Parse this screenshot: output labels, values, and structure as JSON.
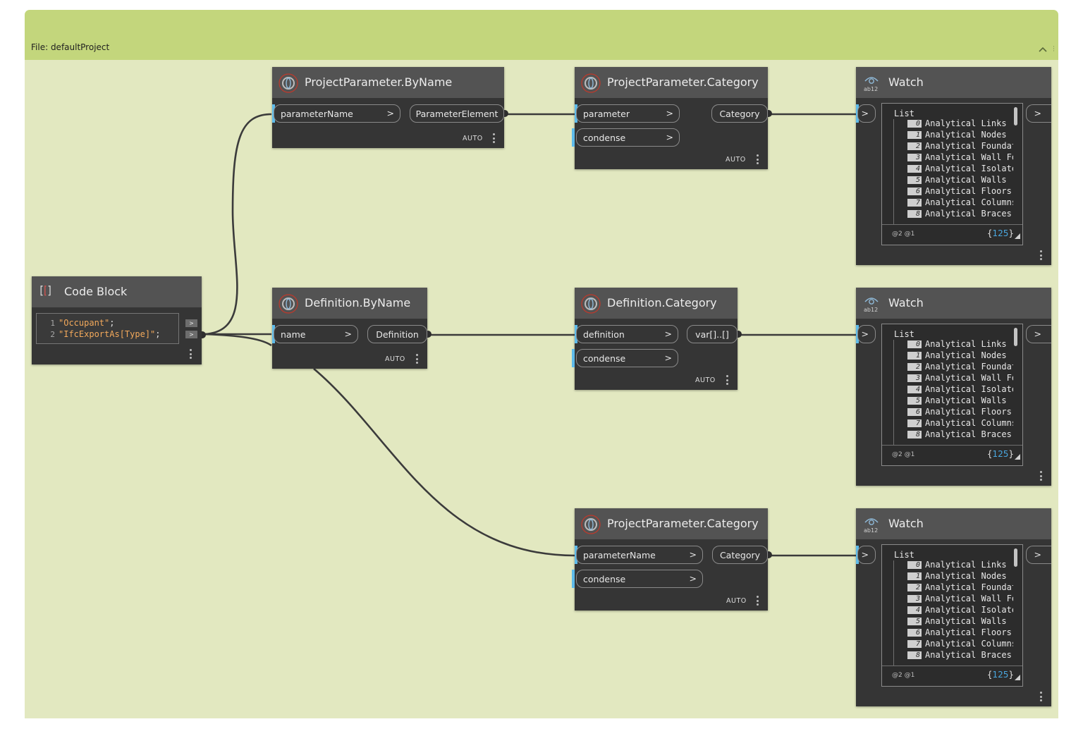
{
  "group": {
    "title": "File: defaultProject"
  },
  "code_block": {
    "title": "Code Block",
    "lines": [
      {
        "num": "1",
        "text": "\"Occupant\"",
        "semi": ";"
      },
      {
        "num": "2",
        "text": "\"IfcExportAs[Type]\"",
        "semi": ";"
      }
    ],
    "out_arrow": ">"
  },
  "nodes": {
    "pp_byname": {
      "title": "ProjectParameter.ByName",
      "inputs": [
        {
          "label": "parameterName",
          "arrow": ">"
        }
      ],
      "output": "ParameterElement",
      "lacing": "AUTO"
    },
    "pp_category_1": {
      "title": "ProjectParameter.Category",
      "inputs": [
        {
          "label": "parameter",
          "arrow": ">"
        },
        {
          "label": "condense",
          "arrow": ">"
        }
      ],
      "output": "Category",
      "lacing": "AUTO"
    },
    "def_byname": {
      "title": "Definition.ByName",
      "inputs": [
        {
          "label": "name",
          "arrow": ">"
        }
      ],
      "output": "Definition",
      "lacing": "AUTO"
    },
    "def_category": {
      "title": "Definition.Category",
      "inputs": [
        {
          "label": "definition",
          "arrow": ">"
        },
        {
          "label": "condense",
          "arrow": ">"
        }
      ],
      "output": "var[]..[]",
      "lacing": "AUTO"
    },
    "pp_category_2": {
      "title": "ProjectParameter.Category",
      "inputs": [
        {
          "label": "parameterName",
          "arrow": ">"
        },
        {
          "label": "condense",
          "arrow": ">"
        }
      ],
      "output": "Category",
      "lacing": "AUTO"
    }
  },
  "watch": {
    "title": "Watch",
    "in_arrow": ">",
    "out_arrow": ">",
    "list_label": "List",
    "items": [
      {
        "idx": "0",
        "text": "Analytical Links"
      },
      {
        "idx": "1",
        "text": "Analytical Nodes"
      },
      {
        "idx": "2",
        "text": "Analytical Foundat"
      },
      {
        "idx": "3",
        "text": "Analytical Wall Fo"
      },
      {
        "idx": "4",
        "text": "Analytical Isolate"
      },
      {
        "idx": "5",
        "text": "Analytical Walls"
      },
      {
        "idx": "6",
        "text": "Analytical Floors"
      },
      {
        "idx": "7",
        "text": "Analytical Columns"
      },
      {
        "idx": "8",
        "text": "Analytical Braces"
      }
    ],
    "levels": "@2 @1",
    "count_open": "{",
    "count": "125",
    "count_close": "}"
  }
}
